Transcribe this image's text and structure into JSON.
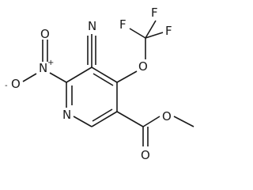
{
  "diagram": {
    "type": "chemical-structure",
    "atom_labels": {
      "ring_nitrogen": "N",
      "cyano_nitrogen": "N",
      "nitro_nitrogen": "N",
      "nitro_plus": "+",
      "nitro_oxygen_top": "O",
      "nitro_oxygen_left": "O",
      "nitro_minus": "-",
      "ether_oxygen": "O",
      "fluorine_1": "F",
      "fluorine_2": "F",
      "fluorine_3": "F",
      "carbonyl_oxygen": "O",
      "ester_oxygen": "O"
    }
  }
}
